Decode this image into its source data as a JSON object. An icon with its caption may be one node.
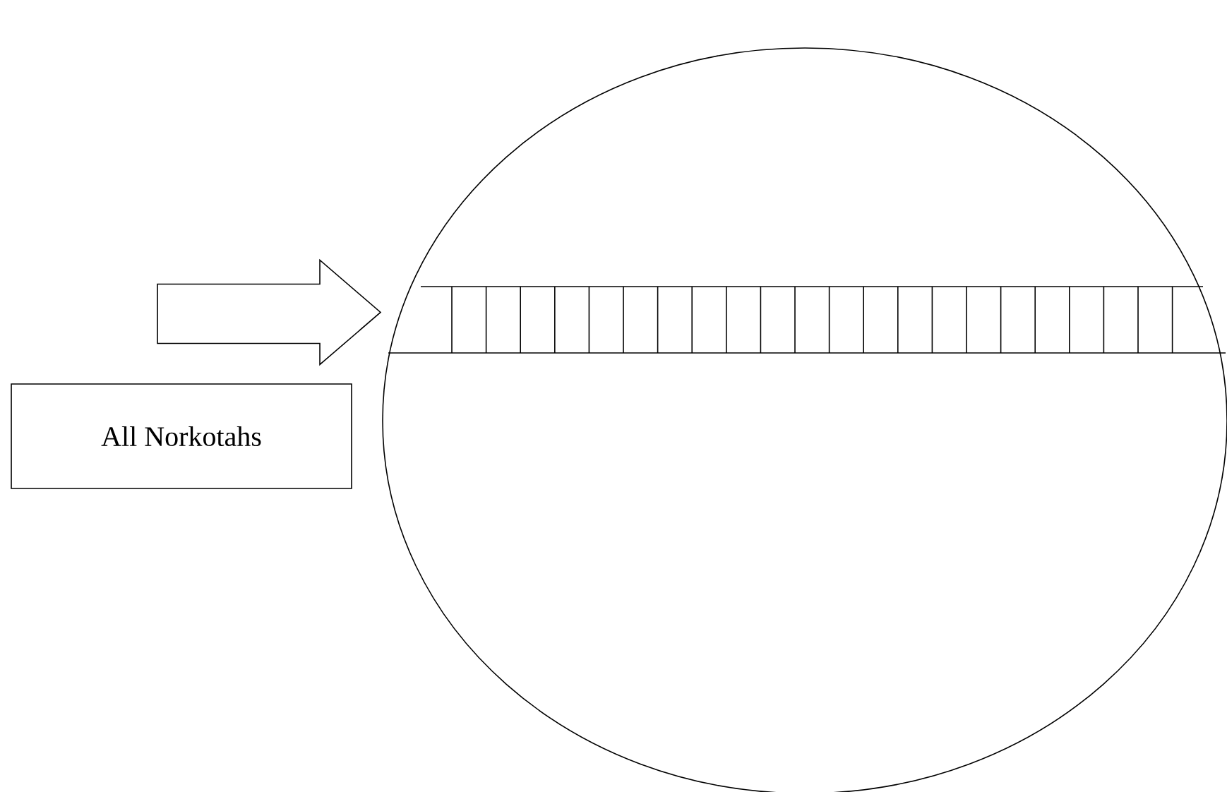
{
  "diagram": {
    "nodes": [
      {
        "text": [
          "All Norkotahs"
        ]
      },
      {
        "text": [],
        "shape": "circle"
      }
    ],
    "edges": [
      {
        "from": null,
        "to": 1,
        "arrow": "to"
      }
    ]
  }
}
